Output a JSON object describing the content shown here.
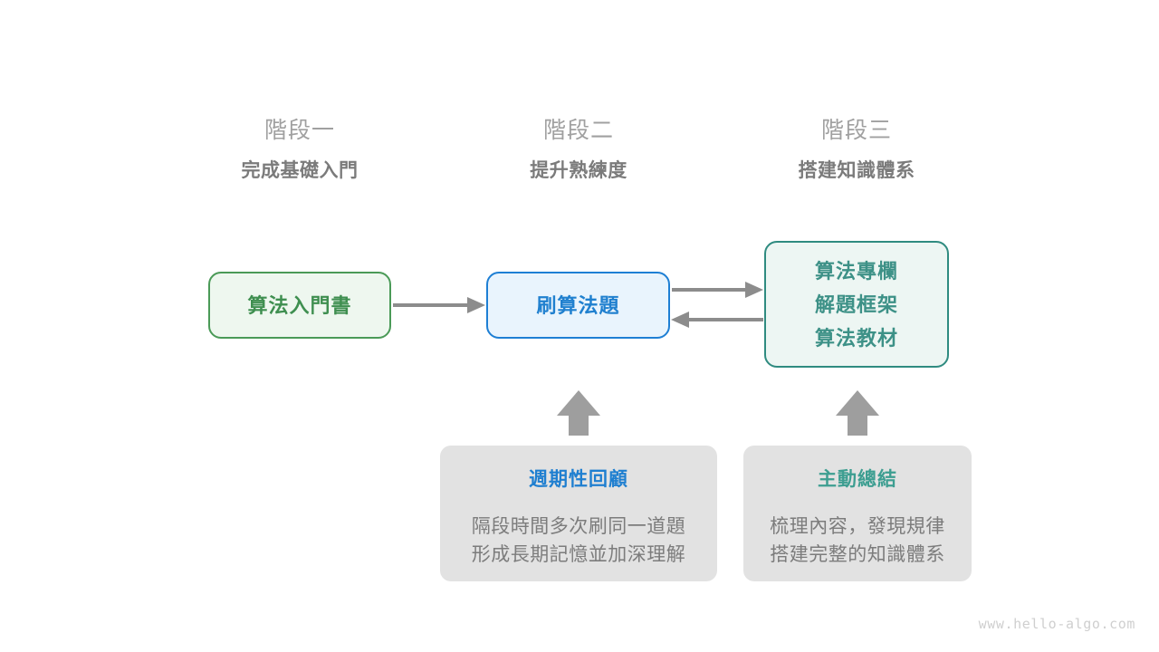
{
  "diagram": {
    "stages": [
      {
        "index_label": "階段一",
        "title": "完成基礎入門"
      },
      {
        "index_label": "階段二",
        "title": "提升熟練度"
      },
      {
        "index_label": "階段三",
        "title": "搭建知識體系"
      }
    ],
    "flow_boxes": [
      {
        "name": "algorithm-primer-book",
        "lines": [
          "算法入門書"
        ],
        "border_color": "#4a9a57",
        "fill_color": "#eef7ef",
        "text_color": "#3f8f50"
      },
      {
        "name": "practice-algorithm-problems",
        "lines": [
          "刷算法題"
        ],
        "border_color": "#1e7fd4",
        "fill_color": "#e9f4fd",
        "text_color": "#2080cf"
      },
      {
        "name": "knowledge-resources",
        "lines": [
          "算法專欄",
          "解題框架",
          "算法教材"
        ],
        "border_color": "#2f8b80",
        "fill_color": "#edf6f3",
        "text_color": "#3d9187"
      }
    ],
    "connectors": [
      {
        "name": "book-to-practice",
        "direction": "right"
      },
      {
        "name": "practice-to-resources",
        "direction": "right"
      },
      {
        "name": "resources-to-practice",
        "direction": "left"
      },
      {
        "name": "review-up-to-practice",
        "direction": "up"
      },
      {
        "name": "summary-up-to-resources",
        "direction": "up"
      }
    ],
    "arrow_color": "#8c8c8c",
    "note_cards": [
      {
        "name": "periodic-review",
        "title": "週期性回顧",
        "title_color": "#1f7fd0",
        "body_lines": [
          "隔段時間多次刷同一道題",
          "形成長期記憶並加深理解"
        ]
      },
      {
        "name": "active-summary",
        "title": "主動總結",
        "title_color": "#3d9e91",
        "body_lines": [
          "梳理內容，發現規律",
          "搭建完整的知識體系"
        ]
      }
    ],
    "watermark": "www.hello-algo.com"
  }
}
